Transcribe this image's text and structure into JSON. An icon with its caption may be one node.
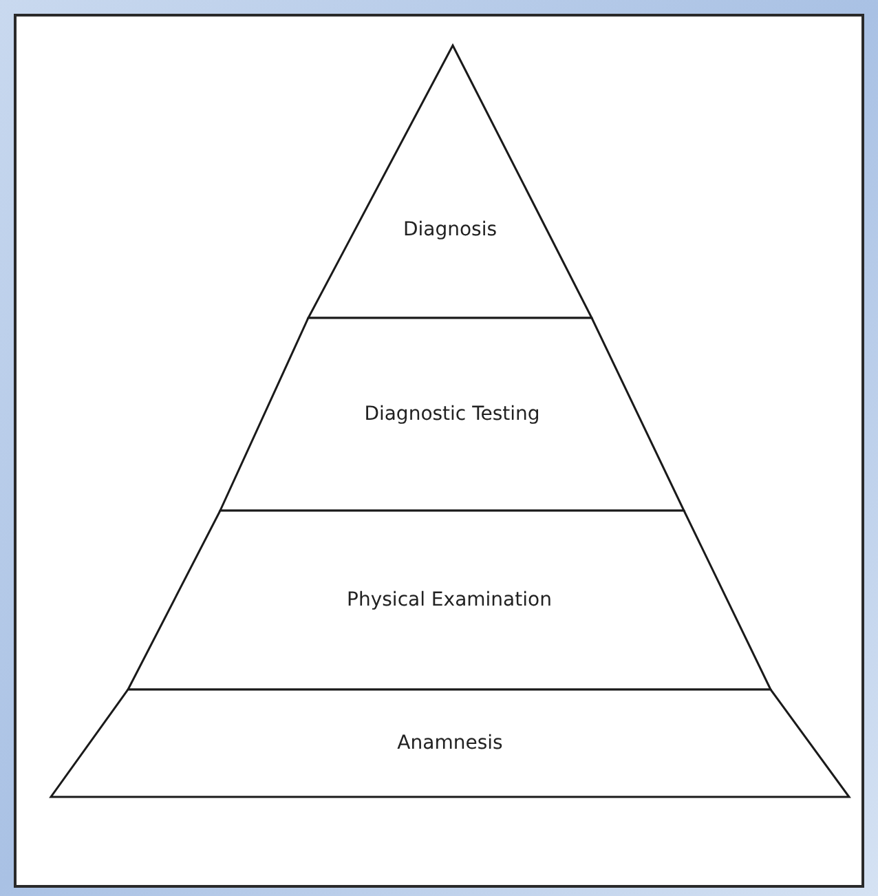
{
  "diagram": {
    "nodes": [
      {
        "text": [
          "Diagnosis"
        ]
      },
      {
        "text": [
          "Diagnostic Testing"
        ]
      },
      {
        "text": [
          "Physical Examination"
        ]
      },
      {
        "text": [
          "Anamnesis"
        ]
      }
    ]
  }
}
